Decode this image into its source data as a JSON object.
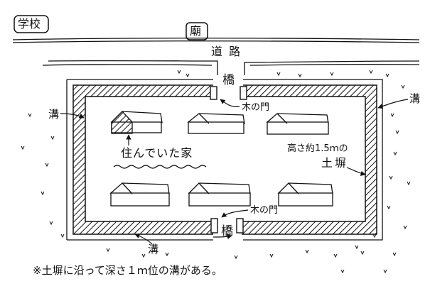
{
  "header": {
    "school_label": "学校",
    "shrine_label": "廟"
  },
  "road_label": "道 路",
  "bridge_label": "橋",
  "wooden_gate_label": "木の門",
  "moat_label": "溝",
  "earth_wall": {
    "height_note": "高さ約1.5ｍの",
    "label": "土塀"
  },
  "lived_house_label": "住んでいた家",
  "footnote": "※土塀に沿って深さ１ｍ位の溝がある。",
  "colors": {
    "ink": "#111111",
    "background": "#ffffff"
  }
}
